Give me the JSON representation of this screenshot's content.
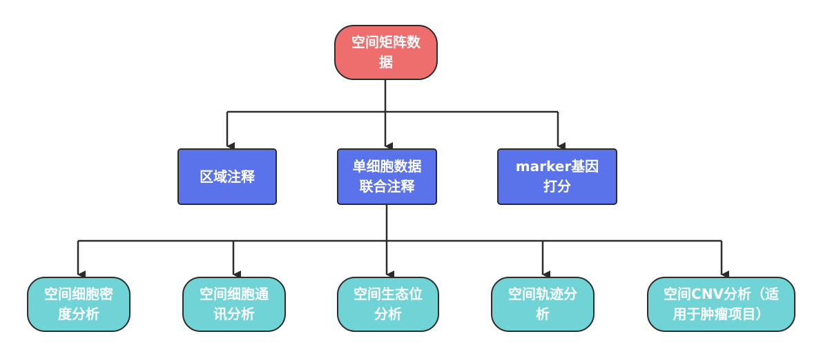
{
  "diagram": {
    "root": {
      "label": "空间矩阵数\n据"
    },
    "level2": [
      {
        "label": "区域注释"
      },
      {
        "label": "单细胞数据\n联合注释"
      },
      {
        "label": "marker基因\n打分"
      }
    ],
    "level3": [
      {
        "label": "空间细胞密\n度分析"
      },
      {
        "label": "空间细胞通\n讯分析"
      },
      {
        "label": "空间生态位\n分析"
      },
      {
        "label": "空间轨迹分\n析"
      },
      {
        "label": "空间CNV分析（适\n用于肿瘤项目）"
      }
    ]
  },
  "colors": {
    "root_fill": "#ee6e6e",
    "level2_fill": "#5b73ea",
    "level3_fill": "#70d4d6",
    "connector": "#2b2b2b",
    "text": "#ffffff"
  }
}
